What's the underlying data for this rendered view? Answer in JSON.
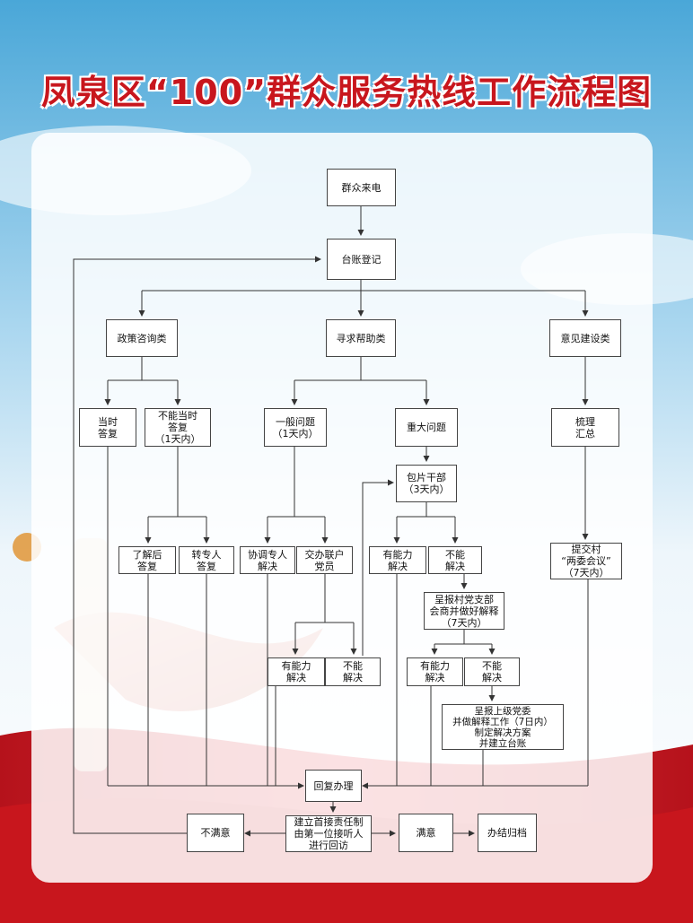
{
  "title": "凤泉区“100”群众服务热线工作流程图",
  "nodes": {
    "call": "群众来电",
    "register": "台账登记",
    "policy": "政策咨询类",
    "help": "寻求帮助类",
    "advice": "意见建设类",
    "immediate": "当时\n答复",
    "not_immediate": "不能当时\n答复\n（1天内）",
    "general": "一般问题\n（1天内）",
    "major": "重大问题",
    "sort_summary": "梳理\n汇总",
    "cadre": "包片干部\n（3天内）",
    "understand_reply": "了解后\n答复",
    "expert_reply": "转专人\n答复",
    "coordinate_expert": "协调专人\n解决",
    "assign_member": "交办联户\n党员",
    "able_a": "有能力\n解决",
    "unable_a": "不能\n解决",
    "submit_village": "提交村\n“两委会议”\n（7天内）",
    "report_branch": "呈报村党支部\n会商并做好解释\n（7天内）",
    "able_b": "有能力\n解决",
    "unable_b": "不能\n解决",
    "able_c": "有能力\n解决",
    "unable_c": "不能\n解决",
    "report_upper": "呈报上级党委\n并做解释工作（7日内）\n制定解决方案\n并建立台账",
    "reply": "回复办理",
    "responsibility": "建立首接责任制\n由第一位接听人\n进行回访",
    "unsatisfied": "不满意",
    "satisfied": "满意",
    "archive": "办结归档"
  },
  "colors": {
    "title": "#c8161d",
    "line": "#333333",
    "sky_top": "#55aedc",
    "ribbon_red": "#c8161d"
  }
}
